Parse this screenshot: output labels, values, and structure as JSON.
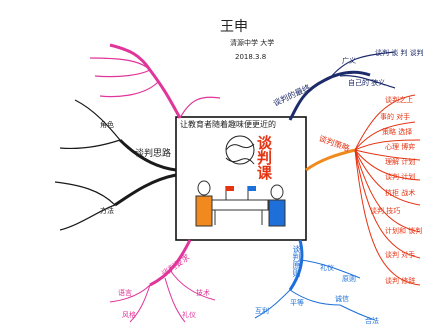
{
  "signature": {
    "name": "王申",
    "role": "清源中学 大学",
    "date": "2018.3.8"
  },
  "center": {
    "title": "让教育者随着趣味便更近的",
    "main_label": "谈判课"
  },
  "branches": {
    "top_right": {
      "label": "谈判的最终",
      "items": [
        "广义",
        "自己的 狭义",
        "谈判 谈 判 谈判"
      ]
    },
    "left": {
      "label": "谈判思路",
      "items": [
        "角色",
        "方法"
      ]
    },
    "right": {
      "label": "谈判策略",
      "items": [
        "谈判之上",
        "事的 对手",
        "策略 选择",
        "心理 博弈",
        "理解 计划",
        "谈判 计划",
        "抗拒 战术",
        "谈判 技巧",
        "计划和 谈判",
        "谈判 对手",
        "谈判 修辞"
      ]
    },
    "bottom_left": {
      "label": "谈判要求",
      "items": [
        "语言",
        "风格",
        "技术",
        "礼仪"
      ]
    },
    "bottom_right": {
      "label": "谈判原则",
      "items": [
        "礼仪",
        "原则",
        "互利",
        "平等",
        "诚信",
        "合法"
      ]
    }
  },
  "colors": {
    "orange": "#f08a1e",
    "blue": "#1e6fd9",
    "pink": "#e0359a",
    "navy": "#1d2b6b",
    "black": "#1a1a1a",
    "red": "#e63312"
  }
}
